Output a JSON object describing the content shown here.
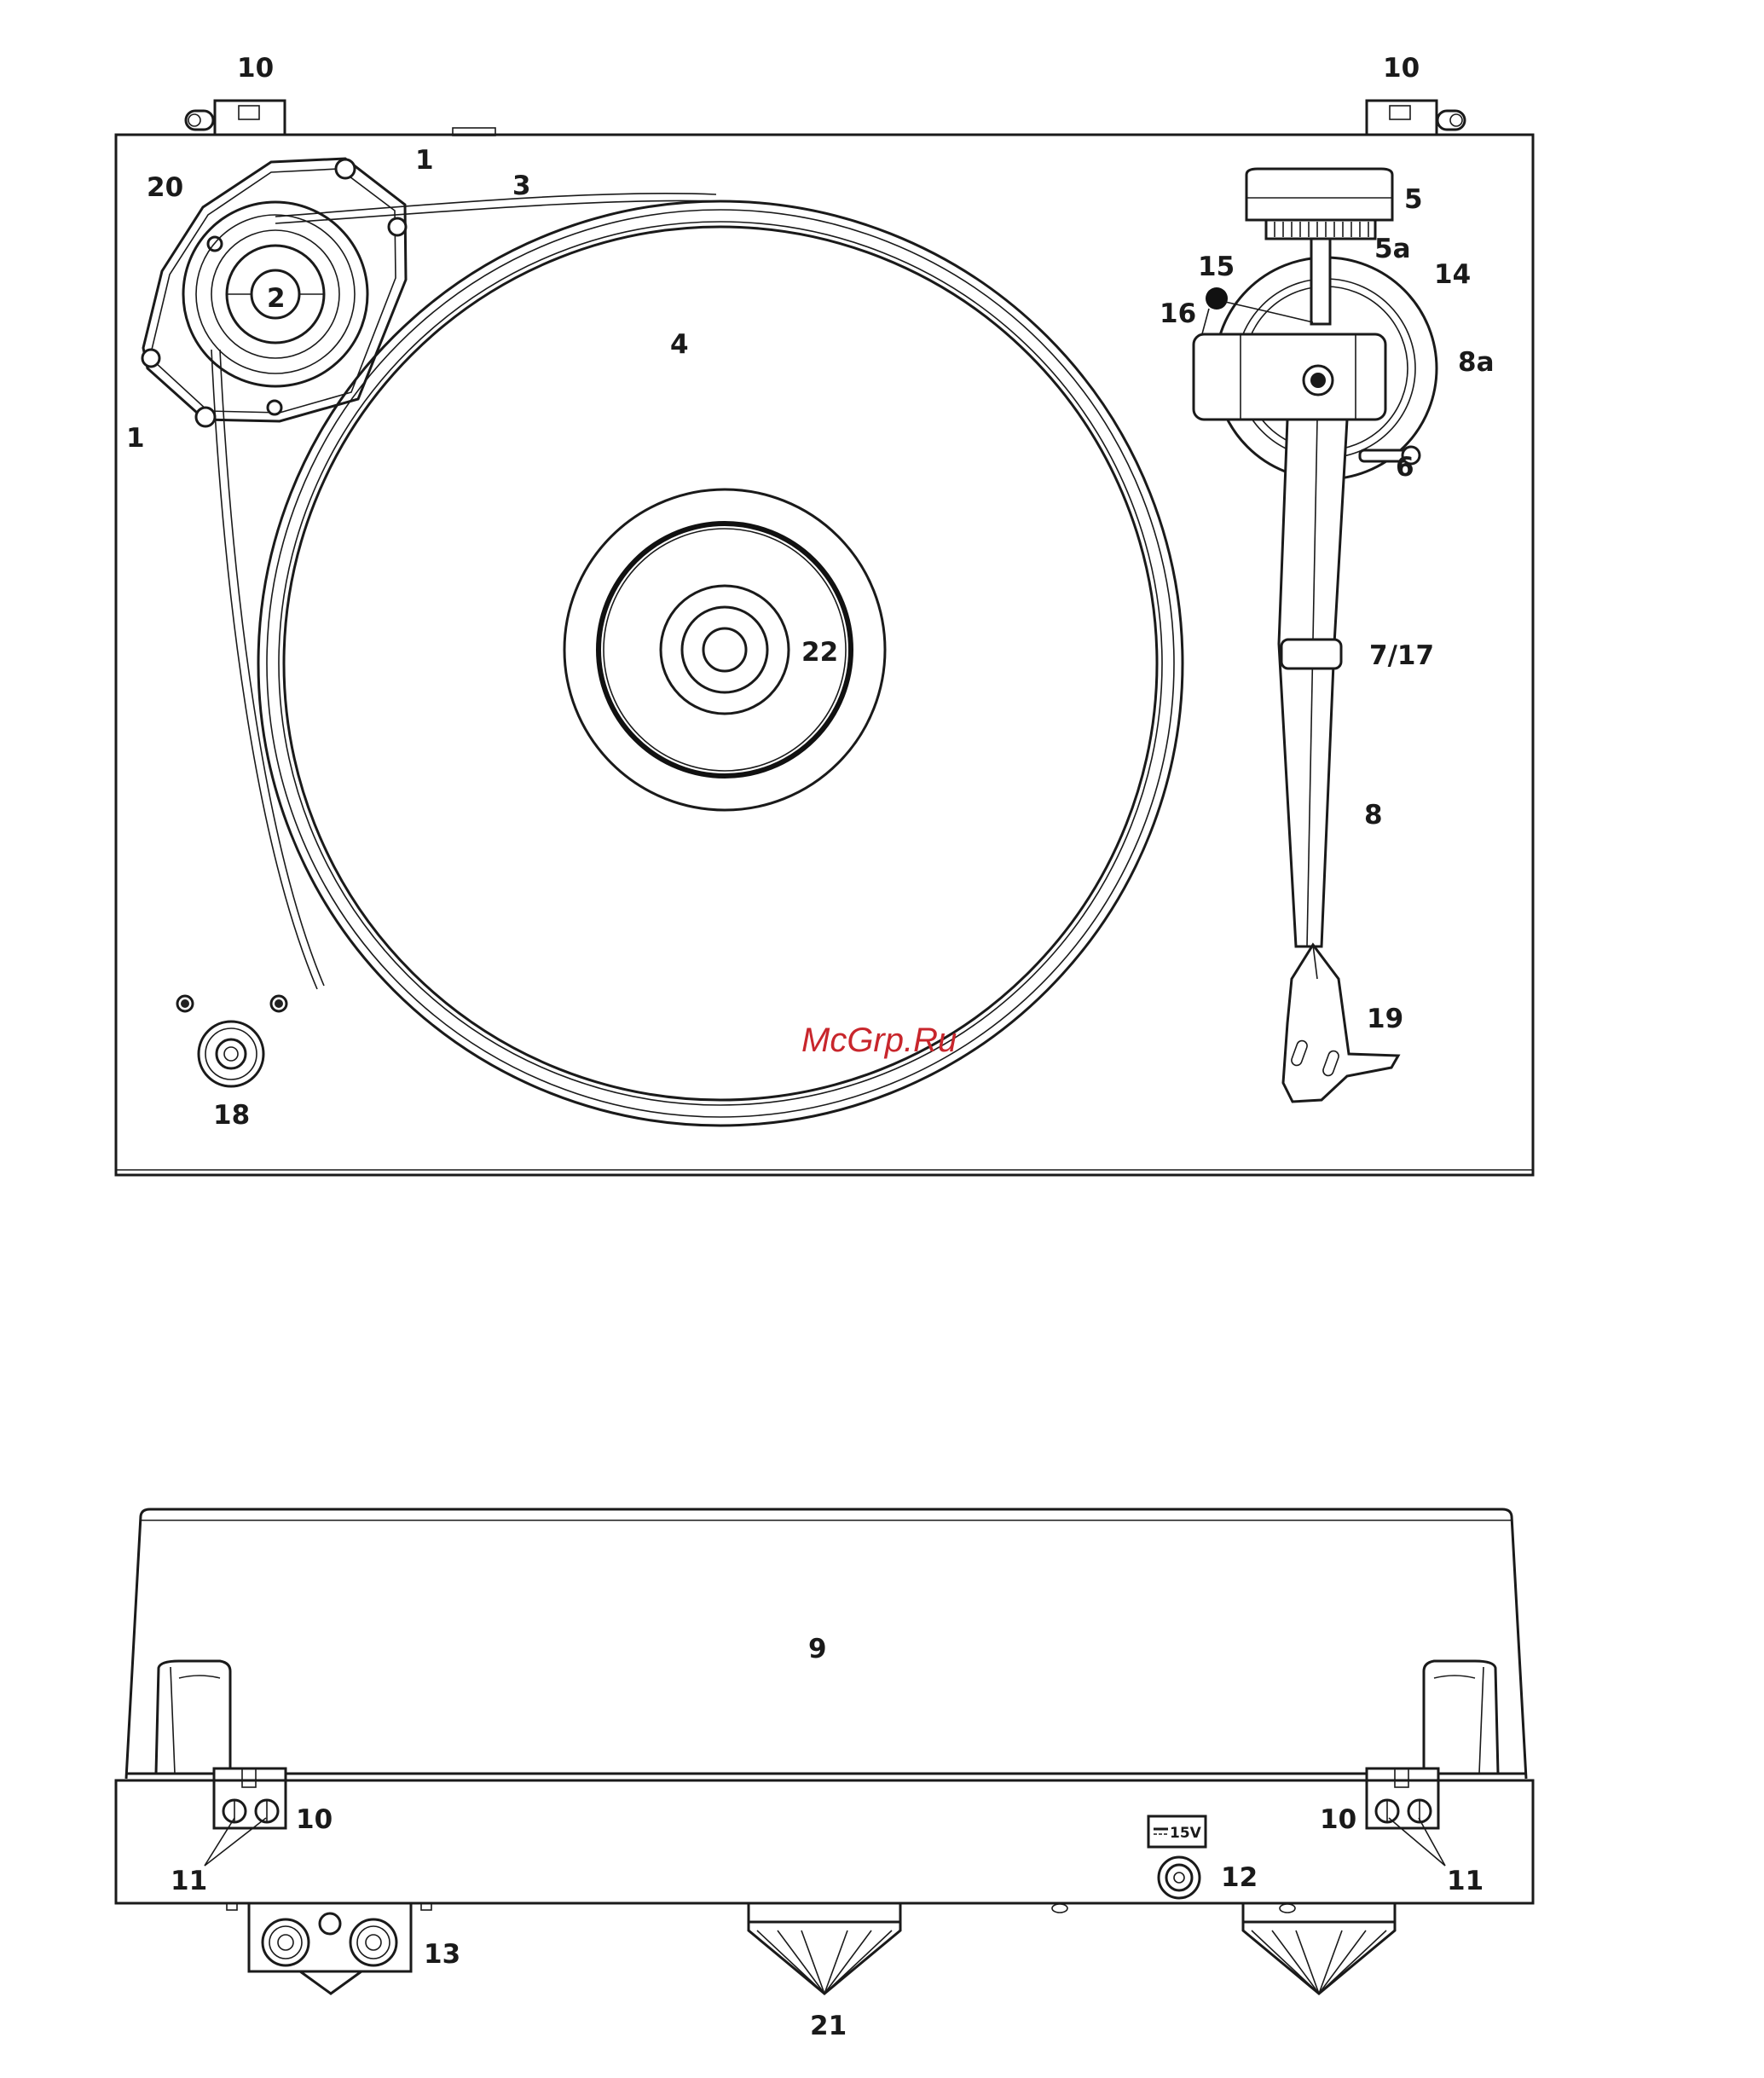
{
  "callouts": {
    "c10_top_left": "10",
    "c10_top_right": "10",
    "c1_top": "1",
    "c1_left": "1",
    "c20": "20",
    "c3": "3",
    "c2": "2",
    "c4": "4",
    "c5": "5",
    "c5a": "5a",
    "c15": "15",
    "c14": "14",
    "c16": "16",
    "c8a": "8a",
    "c6": "6",
    "c22": "22",
    "c7_17": "7/17",
    "c8": "8",
    "c19": "19",
    "c18": "18",
    "c9": "9",
    "c10_rear_left": "10",
    "c10_rear_right": "10",
    "c11_left": "11",
    "c11_right": "11",
    "c12": "12",
    "c13": "13",
    "c21": "21"
  },
  "power_label": "15V",
  "watermark": "McGrp.Ru"
}
